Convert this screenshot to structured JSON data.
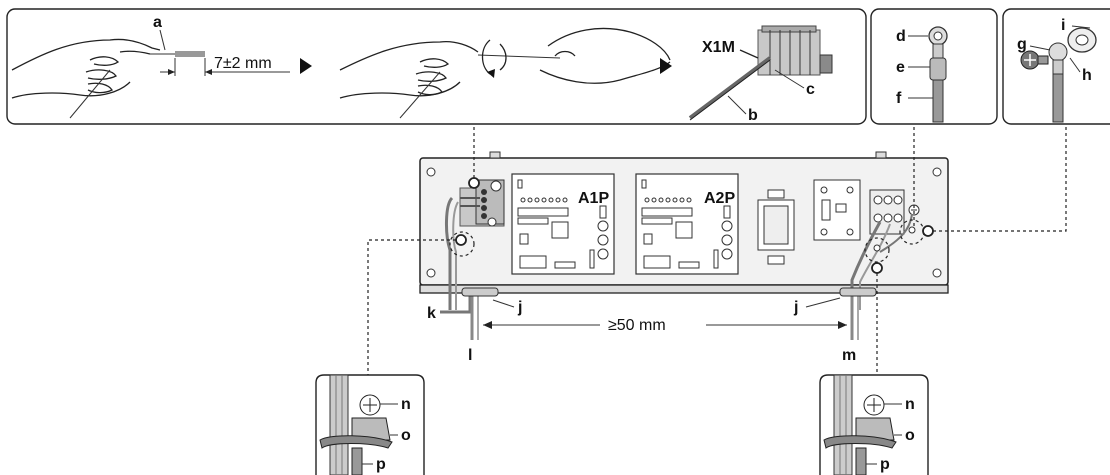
{
  "labels": {
    "a": "a",
    "b": "b",
    "c": "c",
    "d": "d",
    "e": "e",
    "f": "f",
    "g": "g",
    "h": "h",
    "i": "i",
    "j1": "j",
    "j2": "j",
    "k": "k",
    "l": "l",
    "m": "m",
    "n1": "n",
    "o1": "o",
    "p1": "p",
    "n2": "n",
    "o2": "o",
    "p2": "p"
  },
  "measurements": {
    "strip_length": "7±2 mm",
    "spacing": "≥50 mm"
  },
  "components": {
    "terminal_block": "X1M",
    "pcb1": "A1P",
    "pcb2": "A2P"
  }
}
